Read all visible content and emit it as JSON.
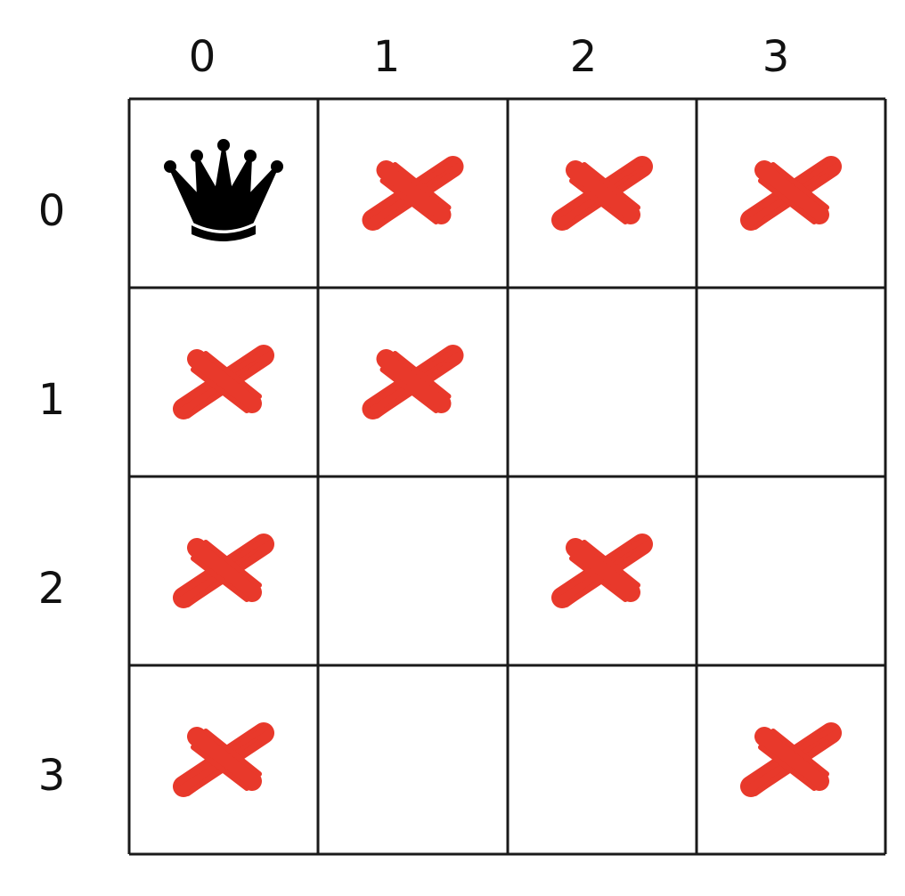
{
  "board": {
    "size": 4,
    "column_labels": [
      "0",
      "1",
      "2",
      "3"
    ],
    "row_labels": [
      "0",
      "1",
      "2",
      "3"
    ],
    "queen_color": "#000000",
    "mark_color": "#e8392b",
    "grid_color": "#1a1a1a",
    "cells": [
      [
        "queen",
        "x",
        "x",
        "x"
      ],
      [
        "x",
        "x",
        "empty",
        "empty"
      ],
      [
        "x",
        "empty",
        "x",
        "empty"
      ],
      [
        "x",
        "empty",
        "empty",
        "x"
      ]
    ]
  }
}
